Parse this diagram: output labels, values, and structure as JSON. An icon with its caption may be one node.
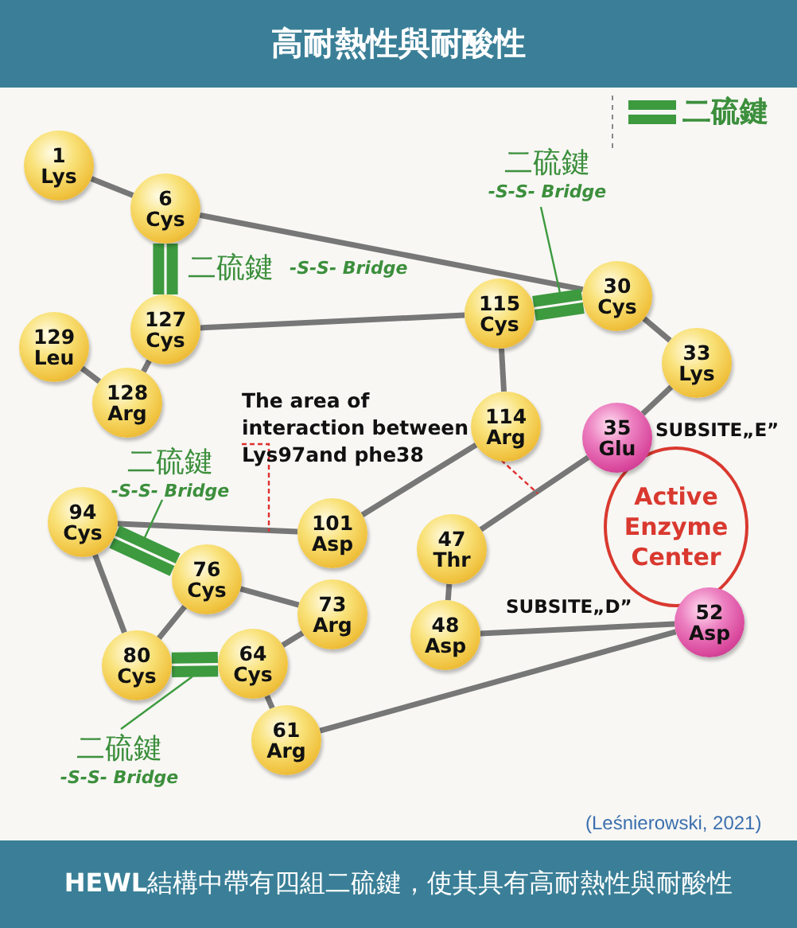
{
  "diagram": {
    "title": "高耐熱性與耐酸性",
    "caption": "**HEWL**結構中帶有四組二硫鍵，使其具有高耐熱性與耐酸性",
    "nodes": [
      {
        "text": [
          "1",
          "Lys"
        ]
      },
      {
        "text": [
          "6",
          "Cys"
        ]
      },
      {
        "text": [
          "127",
          "Cys"
        ]
      },
      {
        "text": [
          "129",
          "Leu"
        ]
      },
      {
        "text": [
          "128",
          "Arg"
        ]
      },
      {
        "text": [
          "115",
          "Cys"
        ]
      },
      {
        "text": [
          "30",
          "Cys"
        ]
      },
      {
        "text": [
          "33",
          "Lys"
        ]
      },
      {
        "text": [
          "114",
          "Arg"
        ]
      },
      {
        "text": [
          "35",
          "Glu"
        ]
      },
      {
        "text": [
          "94",
          "Cys"
        ]
      },
      {
        "text": [
          "101",
          "Asp"
        ]
      },
      {
        "text": [
          "76",
          "Cys"
        ]
      },
      {
        "text": [
          "73",
          "Arg"
        ]
      },
      {
        "text": [
          "47",
          "Thr"
        ]
      },
      {
        "text": [
          "48",
          "Asp"
        ]
      },
      {
        "text": [
          "52",
          "Asp"
        ]
      },
      {
        "text": [
          "80",
          "Cys"
        ]
      },
      {
        "text": [
          "64",
          "Cys"
        ]
      },
      {
        "text": [
          "61",
          "Arg"
        ]
      },
      {
        "text": [
          "Active Enzyme Center"
        ]
      },
      {
        "text": [
          "二硫鍵",
          "-S-S- Bridge"
        ]
      },
      {
        "text": [
          "The area of interaction between Lys97and phe38"
        ]
      },
      {
        "text": [
          "二硫鍵",
          "-S-S- Bridge"
        ]
      },
      {
        "text": [
          "二硫鍵",
          "-S-S- Bridge"
        ]
      }
    ],
    "edges": [
      {
        "from": 0,
        "to": 1,
        "arrow": "none"
      },
      {
        "from": 1,
        "to": 6,
        "arrow": "none"
      },
      {
        "from": 2,
        "to": 5,
        "arrow": "none"
      },
      {
        "from": 2,
        "to": 4,
        "arrow": "none"
      },
      {
        "from": 3,
        "to": 4,
        "arrow": "none"
      },
      {
        "from": 5,
        "to": 8,
        "arrow": "none"
      },
      {
        "from": 6,
        "to": 7,
        "arrow": "none"
      },
      {
        "from": 7,
        "to": 9,
        "arrow": "none"
      },
      {
        "from": 8,
        "to": 11,
        "arrow": "none"
      },
      {
        "from": 10,
        "to": 11,
        "arrow": "none"
      },
      {
        "from": 10,
        "to": 17,
        "arrow": "none"
      },
      {
        "from": 12,
        "to": 17,
        "arrow": "none"
      },
      {
        "from": 12,
        "to": 13,
        "arrow": "none"
      },
      {
        "from": 13,
        "to": 18,
        "arrow": "none"
      },
      {
        "from": 18,
        "to": 19,
        "arrow": "none"
      },
      {
        "from": 19,
        "to": 16,
        "arrow": "none"
      },
      {
        "from": 15,
        "to": 16,
        "arrow": "none"
      },
      {
        "from": 14,
        "to": 15,
        "arrow": "none"
      },
      {
        "from": 14,
        "to": 9,
        "arrow": "none"
      },
      {
        "from": 1,
        "to": 2,
        "arrow": "none",
        "style": "thick",
        "color": "#3d9a3f"
      },
      {
        "from": 5,
        "to": 6,
        "arrow": "none",
        "style": "thick",
        "color": "#3d9a3f"
      },
      {
        "from": 10,
        "to": 12,
        "arrow": "none",
        "style": "thick",
        "color": "#3d9a3f"
      },
      {
        "from": 17,
        "to": 18,
        "arrow": "none",
        "style": "thick",
        "color": "#3d9a3f"
      },
      {
        "from": 21,
        "to": null,
        "arrow": "none",
        "color": "#3d9a3f"
      },
      {
        "from": 22,
        "to": null,
        "arrow": "none",
        "style": "dashed",
        "color": "#e03030"
      },
      {
        "from": 22,
        "to": null,
        "arrow": "none",
        "style": "dashed",
        "color": "#e03030"
      },
      {
        "from": 23,
        "to": null,
        "arrow": "none",
        "color": "#3d9a3f"
      },
      {
        "from": 24,
        "to": null,
        "arrow": "none",
        "color": "#3d9a3f"
      }
    ],
    "labels": [
      "二硫鍵",
      "-S-S- Bridge",
      "SUBSITE„E”",
      "SUBSITE„D”",
      "(Leśnierowski, 2021)"
    ],
    "legend": [
      {
        "text": "二硫鍵"
      }
    ]
  }
}
